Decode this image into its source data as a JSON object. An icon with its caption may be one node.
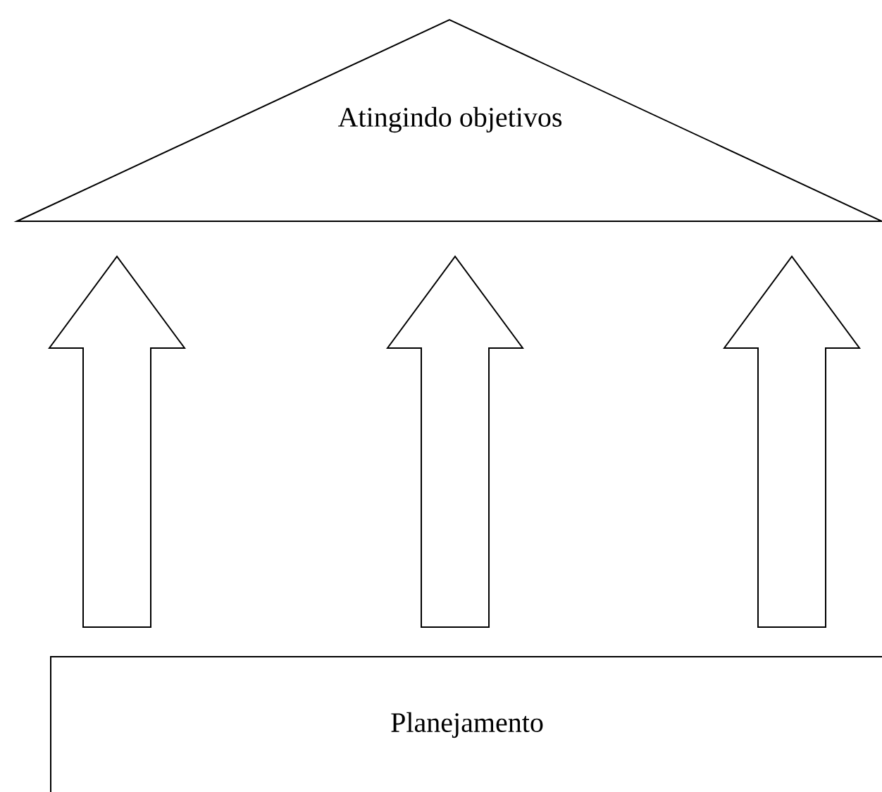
{
  "diagram": {
    "nodes": [
      {
        "text": [
          "Atingindo objetivos"
        ]
      },
      {
        "text": [
          "Planejamento"
        ]
      }
    ],
    "edges": [
      {
        "from": 1,
        "to": 0,
        "arrow": "to"
      },
      {
        "from": 1,
        "to": 0,
        "arrow": "to"
      },
      {
        "from": 1,
        "to": 0,
        "arrow": "to"
      }
    ]
  }
}
